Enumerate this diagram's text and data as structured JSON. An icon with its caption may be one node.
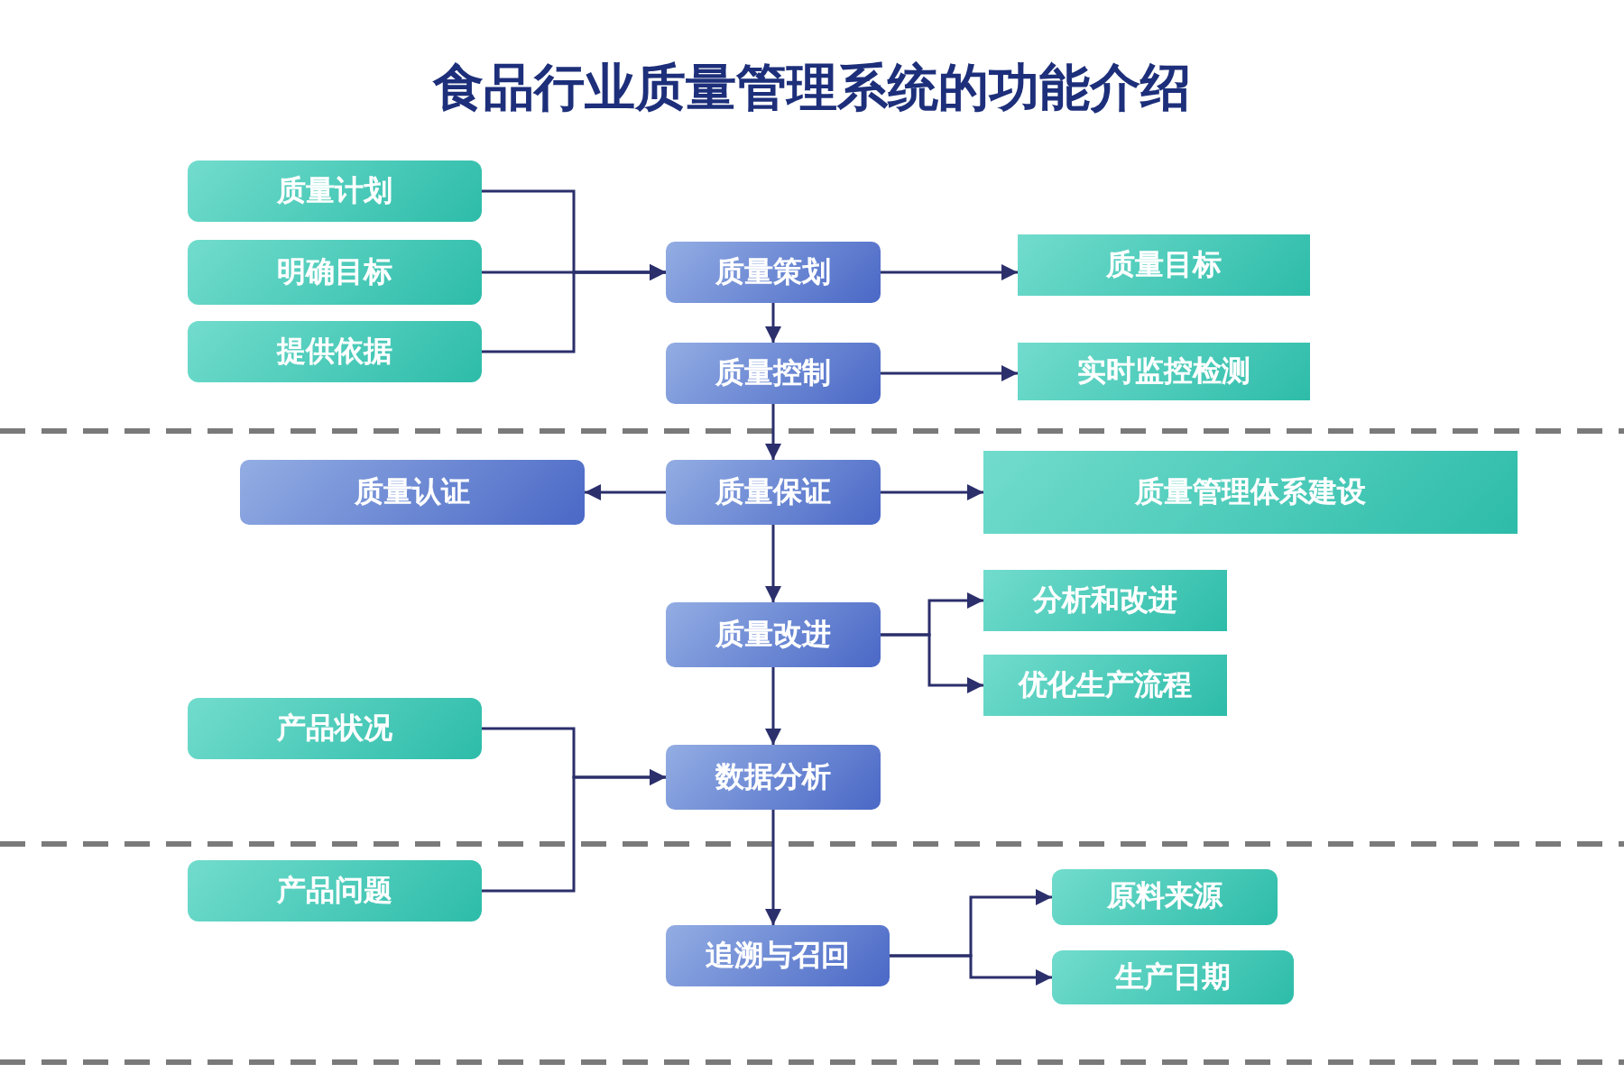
{
  "diagram": {
    "title": "食品行业质量管理系统的功能介绍",
    "nodes": [
      {
        "text": [
          "质量计划"
        ]
      },
      {
        "text": [
          "明确目标"
        ]
      },
      {
        "text": [
          "提供依据"
        ]
      },
      {
        "text": [
          "质量策划"
        ]
      },
      {
        "text": [
          "质量目标"
        ]
      },
      {
        "text": [
          "质量控制"
        ]
      },
      {
        "text": [
          "实时监控检测"
        ]
      },
      {
        "text": [
          "质量认证"
        ]
      },
      {
        "text": [
          "质量保证"
        ]
      },
      {
        "text": [
          "质量管理体系建设"
        ]
      },
      {
        "text": [
          "质量改进"
        ]
      },
      {
        "text": [
          "分析和改进"
        ]
      },
      {
        "text": [
          "优化生产流程"
        ]
      },
      {
        "text": [
          "产品状况"
        ]
      },
      {
        "text": [
          "数据分析"
        ]
      },
      {
        "text": [
          "产品问题"
        ]
      },
      {
        "text": [
          "追溯与召回"
        ]
      },
      {
        "text": [
          "原料来源"
        ]
      },
      {
        "text": [
          "生产日期"
        ]
      }
    ],
    "edges": [
      {
        "from": 0,
        "to": 3,
        "arrow": "to"
      },
      {
        "from": 1,
        "to": 3,
        "arrow": "to"
      },
      {
        "from": 2,
        "to": 3,
        "arrow": "to"
      },
      {
        "from": 3,
        "to": 4,
        "arrow": "to"
      },
      {
        "from": 3,
        "to": 5,
        "arrow": "to"
      },
      {
        "from": 5,
        "to": 6,
        "arrow": "to"
      },
      {
        "from": 5,
        "to": 8,
        "arrow": "to"
      },
      {
        "from": 8,
        "to": 7,
        "arrow": "to"
      },
      {
        "from": 8,
        "to": 9,
        "arrow": "to"
      },
      {
        "from": 8,
        "to": 10,
        "arrow": "to"
      },
      {
        "from": 10,
        "to": 11,
        "arrow": "to"
      },
      {
        "from": 10,
        "to": 12,
        "arrow": "to"
      },
      {
        "from": 10,
        "to": 14,
        "arrow": "to"
      },
      {
        "from": 13,
        "to": 14,
        "arrow": "to"
      },
      {
        "from": 15,
        "to": 14,
        "arrow": "to"
      },
      {
        "from": 14,
        "to": 16,
        "arrow": "to"
      },
      {
        "from": 16,
        "to": 17,
        "arrow": "to"
      },
      {
        "from": 16,
        "to": 18,
        "arrow": "to"
      }
    ]
  }
}
